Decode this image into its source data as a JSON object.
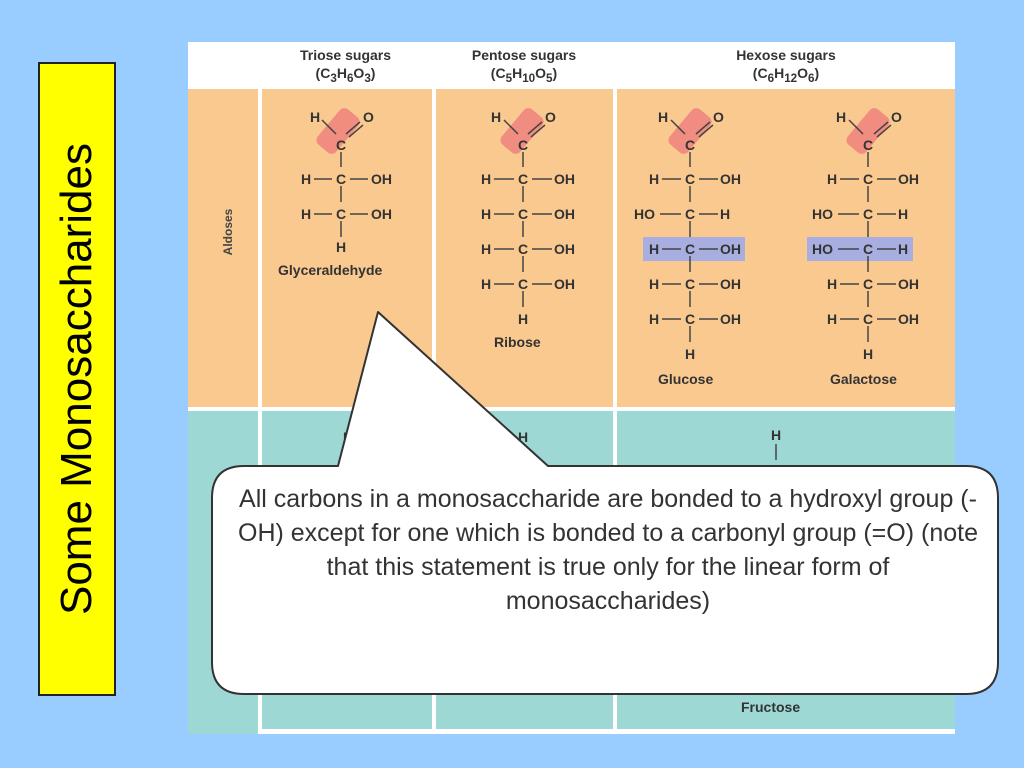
{
  "side_title": "Some Monosaccharides",
  "columns": [
    {
      "title": "Triose sugars",
      "formula": [
        "C",
        "3",
        "H",
        "6",
        "O",
        "3"
      ]
    },
    {
      "title": "Pentose sugars",
      "formula": [
        "C",
        "5",
        "H",
        "10",
        "O",
        "5"
      ]
    },
    {
      "title": "Hexose sugars",
      "formula": [
        "C",
        "6",
        "H",
        "12",
        "O",
        "6"
      ]
    }
  ],
  "row_label": "Aldoses",
  "atoms": {
    "h": "H",
    "c": "C",
    "o": "O",
    "oh": "OH",
    "ho": "HO"
  },
  "molecules": {
    "glyceraldehyde": "Glyceraldehyde",
    "ribose": "Ribose",
    "glucose": "Glucose",
    "galactose": "Galactose",
    "fructose": "Fructose"
  },
  "callout": "All carbons in a monosaccharide are bonded to a hydroxyl group (-OH) except for one which is bonded to a carbonyl group  (=O) (note that this statement is true only for the linear form of monosaccharides)",
  "colors": {
    "background": "#99ccff",
    "title_box": "#ffff00",
    "aldose_row": "#f9c990",
    "ketose_row": "#9dd8d4",
    "carbonyl_highlight": "#f08c80",
    "difference_highlight": "#a8aee0"
  }
}
